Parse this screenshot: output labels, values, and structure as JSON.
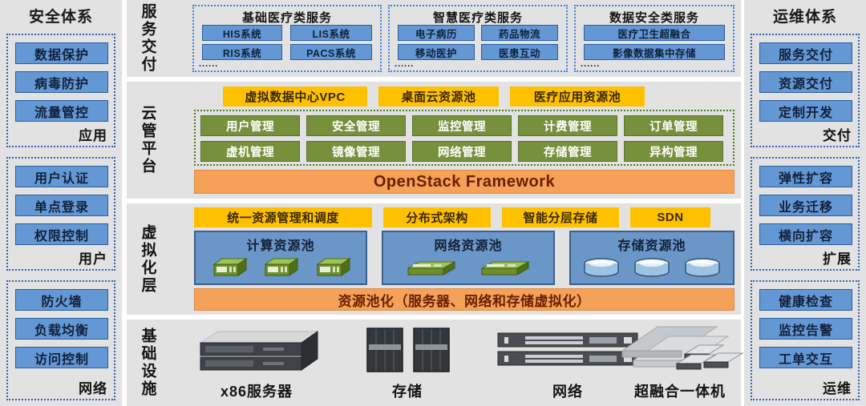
{
  "left_panel": {
    "title": "安全体系",
    "groups": [
      {
        "items": [
          "数据保护",
          "病毒防护",
          "流量管控"
        ],
        "footer": "应用"
      },
      {
        "items": [
          "用户认证",
          "单点登录",
          "权限控制"
        ],
        "footer": "用户"
      },
      {
        "items": [
          "防火墙",
          "负载均衡",
          "访问控制"
        ],
        "footer": "网络"
      }
    ]
  },
  "right_panel": {
    "title": "运维体系",
    "groups": [
      {
        "items": [
          "服务交付",
          "资源交付",
          "定制开发"
        ],
        "footer": "交付"
      },
      {
        "items": [
          "弹性扩容",
          "业务迁移",
          "横向扩容"
        ],
        "footer": "扩展"
      },
      {
        "items": [
          "健康检查",
          "监控告警",
          "工单交互"
        ],
        "footer": "运维"
      }
    ]
  },
  "layers": {
    "service_delivery": {
      "label": "服务交付",
      "groups": [
        {
          "title": "基础医疗类服务",
          "items": [
            "HIS系统",
            "LIS系统",
            "RIS系统",
            "PACS系统"
          ],
          "ellipsis": "......"
        },
        {
          "title": "智慧医疗类服务",
          "items": [
            "电子病历",
            "药品物流",
            "移动医护",
            "医患互动"
          ],
          "ellipsis": "......"
        },
        {
          "title": "数据安全类服务",
          "items": [
            "医疗卫生超融合",
            "影像数据集中存储"
          ],
          "ellipsis": "......"
        }
      ]
    },
    "cloud_platform": {
      "label": "云管平台",
      "tags": [
        "虚拟数据中心VPC",
        "桌面云资源池",
        "医疗应用资源池"
      ],
      "modules": [
        "用户管理",
        "安全管理",
        "监控管理",
        "计费管理",
        "订单管理",
        "虚机管理",
        "镜像管理",
        "网络管理",
        "存储管理",
        "异构管理"
      ],
      "framework_bar": "OpenStack Framework"
    },
    "virtualization": {
      "label": "虚拟化层",
      "tags": [
        "统一资源管理和调度",
        "分布式架构",
        "智能分层存储",
        "SDN"
      ],
      "pools": [
        {
          "title": "计算资源池",
          "icon": "server-icon",
          "icon_count": 3
        },
        {
          "title": "网络资源池",
          "icon": "switch-icon",
          "icon_count": 2
        },
        {
          "title": "存储资源池",
          "icon": "disk-icon",
          "icon_count": 3
        }
      ],
      "bottom_bar": "资源池化（服务器、网络和存储虚拟化）"
    },
    "infrastructure": {
      "label": "基础设施",
      "items": [
        {
          "caption": "x86服务器",
          "icon": "rack-server-icon"
        },
        {
          "caption": "存储",
          "icon": "storage-array-icon"
        },
        {
          "caption": "网络",
          "icon": "network-switch-icon"
        },
        {
          "caption": "超融合一体机",
          "icon": "hyperconverged-appliance-icon"
        }
      ]
    }
  },
  "colors": {
    "blue": "#6398d4",
    "green": "#76903c",
    "yellow": "#ffc000",
    "orange": "#f5a15a",
    "pool_blue": "#6b96c8",
    "panel_gray": "#e2e2e2",
    "dotted_blue": "#3d7fd6",
    "dotted_green": "#4f7a1c"
  }
}
